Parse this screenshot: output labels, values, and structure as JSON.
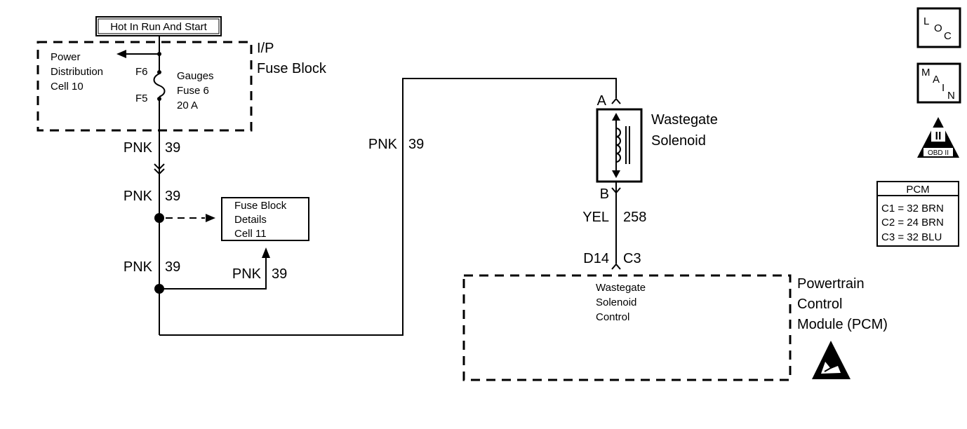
{
  "power_source": {
    "label": "Hot In Run And Start"
  },
  "fuse_block": {
    "title_line1": "I/P",
    "title_line2": "Fuse Block",
    "power_dist": [
      "Power",
      "Distribution",
      "Cell 10"
    ],
    "terminal_top": "F6",
    "terminal_bottom": "F5",
    "fuse": [
      "Gauges",
      "Fuse 6",
      "20 A"
    ]
  },
  "wires": {
    "w1": {
      "color": "PNK",
      "circuit": "39"
    },
    "w2": {
      "color": "PNK",
      "circuit": "39"
    },
    "w3": {
      "color": "PNK",
      "circuit": "39"
    },
    "w4": {
      "color": "PNK",
      "circuit": "39"
    },
    "w5": {
      "color": "PNK",
      "circuit": "39"
    },
    "w6": {
      "color": "YEL",
      "circuit": "258"
    }
  },
  "fuse_block_details": [
    "Fuse Block",
    "Details",
    "Cell 11"
  ],
  "solenoid": {
    "pin_a": "A",
    "pin_b": "B",
    "name": [
      "Wastegate",
      "Solenoid"
    ]
  },
  "pcm_connector": {
    "pin": "D14",
    "connector": "C3"
  },
  "pcm": {
    "function": [
      "Wastegate",
      "Solenoid",
      "Control"
    ],
    "name": [
      "Powertrain",
      "Control",
      "Module (PCM)"
    ]
  },
  "legend": {
    "loc": [
      "L",
      "O",
      "C"
    ],
    "main": [
      "M",
      "A",
      "I",
      "N"
    ],
    "obd": {
      "numeral": "II",
      "label": "OBD II"
    },
    "pcm_table": {
      "title": "PCM",
      "rows": [
        "C1 = 32 BRN",
        "C2 = 24 BRN",
        "C3 = 32 BLU"
      ]
    }
  }
}
